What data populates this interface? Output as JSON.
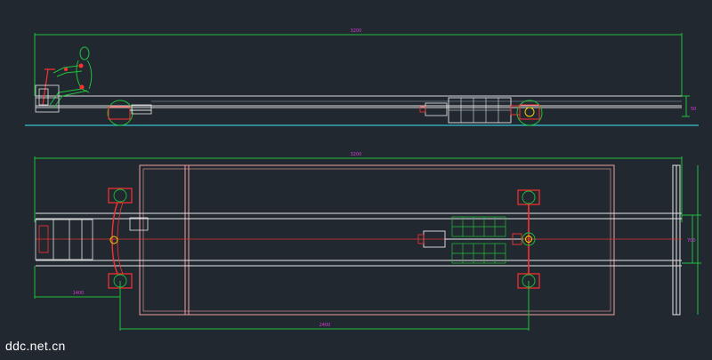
{
  "drawing": {
    "side_view": {
      "overall_length": "3200",
      "height_dim": "50"
    },
    "top_view": {
      "overall_length": "3200",
      "offset_dim": "1400",
      "wheelbase_dim": "2400",
      "width_dim": "700"
    }
  },
  "watermark": "ddc.net.cn",
  "colors": {
    "background": "#212830",
    "dimension": "#1fbf3a",
    "dim_text": "#d63bd6",
    "chassis": "#e6e6e6",
    "frame": "#f0a0a0",
    "centerline": "#e23232",
    "ground": "#36c1d0",
    "parts": "#ff3030"
  }
}
